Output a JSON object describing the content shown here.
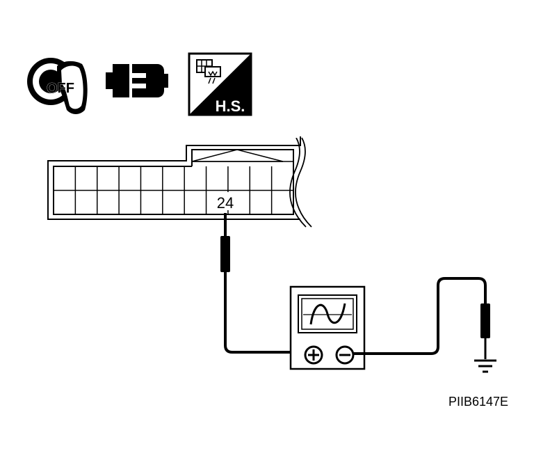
{
  "icons": {
    "ignition_key": {
      "icon": "ignition-key-off-icon",
      "text": "OFF"
    },
    "connector": {
      "icon": "disconnected-connector-icon"
    },
    "harness_side": {
      "icon": "harness-side-icon",
      "text": "H.S."
    }
  },
  "connector": {
    "rows": 2,
    "columns": 11,
    "terminal_label": "24"
  },
  "oscilloscope": {
    "icon": "oscilloscope-icon",
    "positive_symbol": "⊕",
    "negative_symbol": "⊖"
  },
  "ground": {
    "icon": "ground-symbol-icon"
  },
  "figure_code": "PIIB6147E"
}
